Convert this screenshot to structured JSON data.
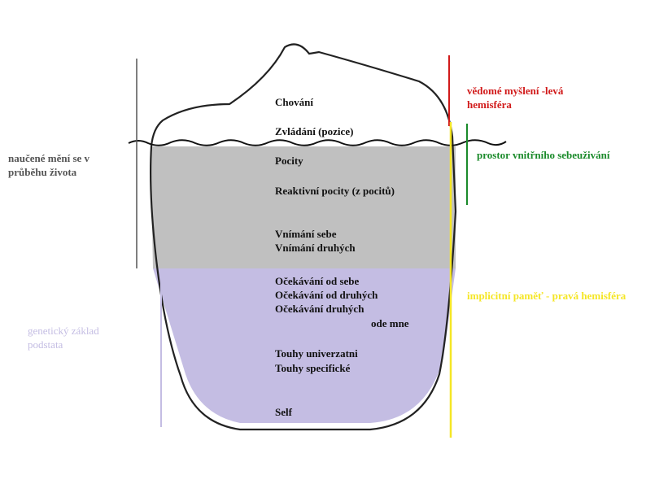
{
  "diagram": {
    "colors": {
      "upper_zone": "#c0c0c0",
      "lower_zone": "#c4bde3",
      "left_label": "#555555",
      "left_line": "#555555",
      "lower_left_label": "#c4bde3",
      "red": "#d11a1a",
      "yellow": "#f5e625",
      "green": "#1a8a2a"
    },
    "iceberg_labels": [
      "Chování",
      "Zvládání (pozice)",
      "Pocity",
      "Reaktivní pocity (z pocitů)",
      "Vnímání sebe",
      "Vnímání druhých",
      "Očekávání od sebe",
      "Očekávání od druhých",
      "Očekávání druhých",
      "ode mne",
      "Touhy univerzatni",
      "Touhy specifické",
      "Self"
    ],
    "left_upper": [
      "naučené mění se v",
      "průběhu života"
    ],
    "left_lower": [
      "genetický základ",
      "podstata"
    ],
    "right_red": [
      "vědomé myšlení -levá",
      "hemisféra"
    ],
    "right_green": "prostor vnitřního sebeuživání",
    "right_yellow": "implicitní paměť - pravá hemisféra"
  }
}
